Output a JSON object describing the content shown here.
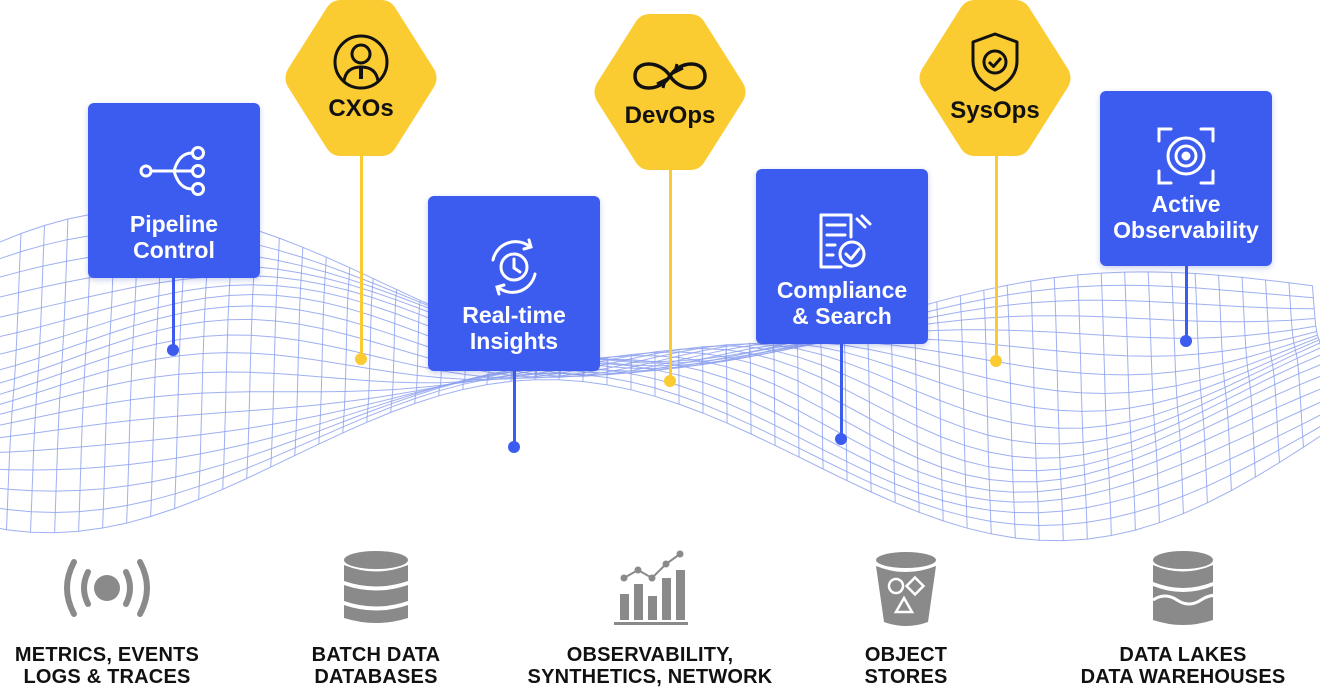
{
  "colors": {
    "blue": "#3c5cf0",
    "yellow": "#fbcb32",
    "mesh": "#8ea2ee",
    "gray": "#8a8a8a",
    "text": "#111111"
  },
  "personas": [
    {
      "label": "CXOs",
      "icon": "person-circle-icon"
    },
    {
      "label": "DevOps",
      "icon": "infinity-loop-icon"
    },
    {
      "label": "SysOps",
      "icon": "shield-check-icon"
    }
  ],
  "capabilities": [
    {
      "label": "Pipeline\nControl",
      "icon": "pipeline-branch-icon"
    },
    {
      "label": "Real-time\nInsights",
      "icon": "clock-refresh-icon"
    },
    {
      "label": "Compliance\n& Search",
      "icon": "checklist-icon"
    },
    {
      "label": "Active\nObservability",
      "icon": "target-scan-icon"
    }
  ],
  "sources": [
    {
      "label": "METRICS, EVENTS\nLOGS & TRACES",
      "icon": "broadcast-icon"
    },
    {
      "label": "BATCH DATA\nDATABASES",
      "icon": "database-icon"
    },
    {
      "label": "OBSERVABILITY,\nSYNTHETICS, NETWORK",
      "icon": "bar-chart-icon"
    },
    {
      "label": "OBJECT\nSTORES",
      "icon": "bucket-shapes-icon"
    },
    {
      "label": "DATA LAKES\nDATA WAREHOUSES",
      "icon": "data-lake-icon"
    }
  ]
}
